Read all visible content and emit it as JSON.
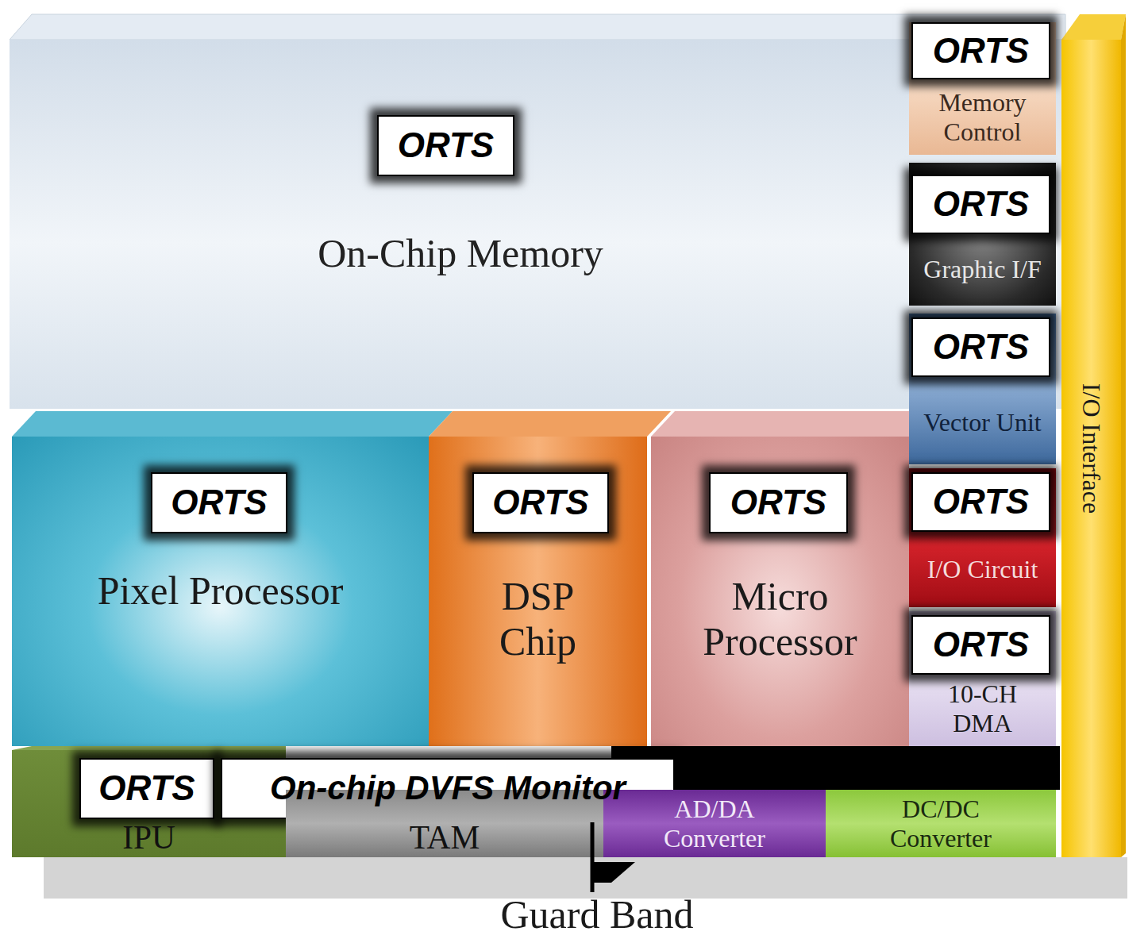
{
  "diagram": {
    "nodes": [
      {
        "text": [
          "On-Chip Memory"
        ]
      },
      {
        "text": [
          "ORTS"
        ],
        "in": 0
      },
      {
        "text": [
          "Memory Control"
        ]
      },
      {
        "text": [
          "ORTS"
        ],
        "in": 2
      },
      {
        "text": [
          "Graphic I/F"
        ]
      },
      {
        "text": [
          "ORTS"
        ],
        "in": 4
      },
      {
        "text": [
          "Vector Unit"
        ]
      },
      {
        "text": [
          "ORTS"
        ],
        "in": 6
      },
      {
        "text": [
          "Pixel Processor"
        ]
      },
      {
        "text": [
          "ORTS"
        ],
        "in": 8
      },
      {
        "text": [
          "DSP Chip"
        ]
      },
      {
        "text": [
          "ORTS"
        ],
        "in": 10
      },
      {
        "text": [
          "Micro Processor"
        ]
      },
      {
        "text": [
          "ORTS"
        ],
        "in": 12
      },
      {
        "text": [
          "I/O Circuit"
        ]
      },
      {
        "text": [
          "ORTS"
        ],
        "in": 14
      },
      {
        "text": [
          "10-CH DMA"
        ]
      },
      {
        "text": [
          "ORTS"
        ],
        "in": 16
      },
      {
        "text": [
          "I/O Interface"
        ]
      },
      {
        "text": [
          "IPU"
        ]
      },
      {
        "text": [
          "ORTS"
        ],
        "in": 19
      },
      {
        "text": [
          "On-chip DVFS Monitor"
        ]
      },
      {
        "text": [
          "TAM"
        ]
      },
      {
        "text": [
          "AD/DA Converter"
        ]
      },
      {
        "text": [
          "DC/DC Converter"
        ]
      }
    ],
    "labels": [
      "Guard Band"
    ]
  }
}
